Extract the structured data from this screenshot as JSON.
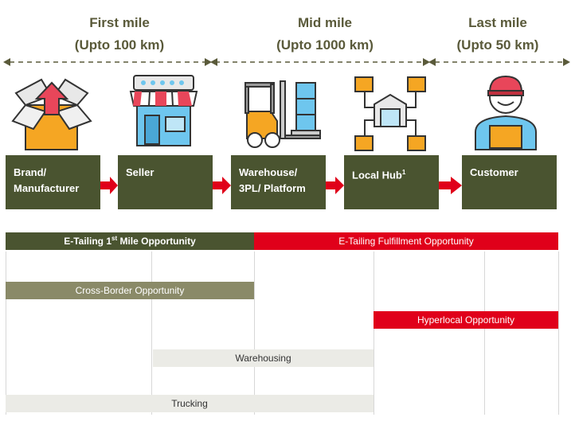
{
  "miles": [
    {
      "title": "First mile",
      "range": "(Upto 100 km)"
    },
    {
      "title": "Mid mile",
      "range": "(Upto 1000 km)"
    },
    {
      "title": "Last mile",
      "range": "(Upto 50 km)"
    }
  ],
  "stages": [
    {
      "line1": "Brand/",
      "line2": "Manufacturer",
      "icon": "open-box-icon"
    },
    {
      "line1": "Seller",
      "line2": "",
      "icon": "storefront-icon"
    },
    {
      "line1": "Warehouse/",
      "line2": "3PL/ Platform",
      "icon": "forklift-icon"
    },
    {
      "line1": "Local Hub",
      "sup": "1",
      "line2": "",
      "icon": "hub-network-icon"
    },
    {
      "line1": "Customer",
      "line2": "",
      "icon": "delivery-person-icon"
    }
  ],
  "opportunities": {
    "etail_first": {
      "pre": "E-Tailing  1",
      "sup": "st",
      "post": " Mile Opportunity"
    },
    "etail_fulfil": "E-Tailing Fulfillment Opportunity",
    "cross_border": "Cross-Border Opportunity",
    "hyperlocal": "Hyperlocal Opportunity",
    "warehousing": "Warehousing",
    "trucking": "Trucking"
  },
  "colors": {
    "olive_dark": "#4a5430",
    "olive_light": "#8a8a68",
    "red": "#e0001a",
    "grey_band": "#ebebe6",
    "box_orange": "#f5a623",
    "sky_blue": "#6ec6ee"
  }
}
